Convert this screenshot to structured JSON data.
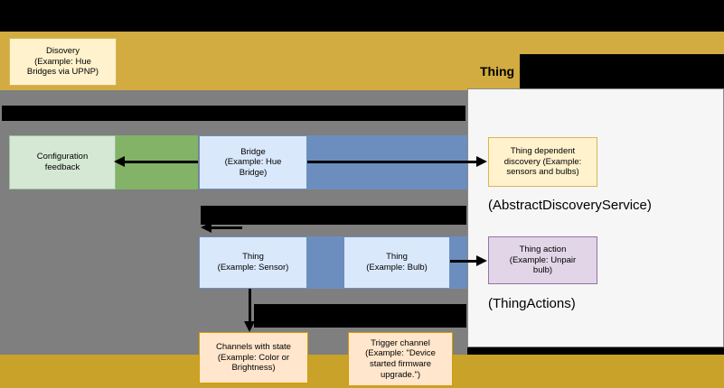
{
  "header": {
    "thing_label": "Thing"
  },
  "boxes": {
    "discovery": "Disovery\n(Example: Hue\nBridges via UPNP)",
    "config_feedback": "Configuration\nfeedback",
    "bridge": "Bridge\n(Example: Hue\nBridge)",
    "thing_sensor": "Thing\n(Example: Sensor)",
    "thing_bulb": "Thing\n(Example: Bulb)",
    "channels_state": "Channels with state\n(Example: Color or\nBrightness)",
    "trigger_channel": "Trigger channel\n(Example: \"Device\nstarted firmware\nupgrade.\")",
    "dependent_discovery": "Thing dependent\ndiscovery (Example:\nsensors and bulbs)",
    "thing_action": "Thing action\n(Example: Unpair\nbulb)"
  },
  "labels": {
    "abstract_discovery_service": "(AbstractDiscoveryService)",
    "thing_actions": "(ThingActions)"
  },
  "colors": {
    "background": "#000000",
    "gold_band_top": "#D2AC41",
    "gold_band_bottom": "#C9A229",
    "gray_panel": "#7F7F7F",
    "steel_blue_block": "#6C8EBF",
    "green_block": "#82B366",
    "light_yellow_box": "#FFF2CC",
    "light_blue_box": "#DAE8FC",
    "light_green_box": "#D5E8D4",
    "light_purple_box": "#E1D5E7",
    "light_orange_box": "#FFE6CC",
    "side_panel": "#F6F6F6"
  }
}
